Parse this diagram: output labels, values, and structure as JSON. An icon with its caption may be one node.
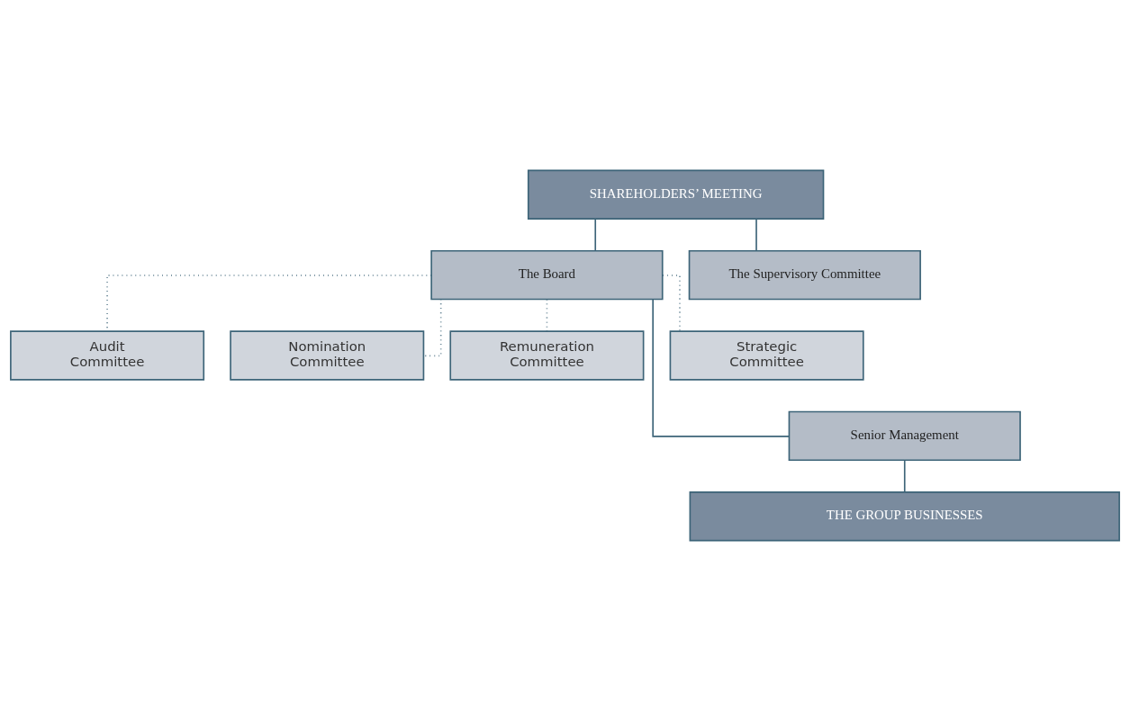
{
  "diagram": {
    "nodes": [
      {
        "text": [
          "SHAREHOLDERS’ MEETING"
        ]
      },
      {
        "text": [
          "The Board"
        ]
      },
      {
        "text": [
          "The Supervisory Committee"
        ]
      },
      {
        "text": [
          "Audit Committee"
        ]
      },
      {
        "text": [
          "Nomination Committee"
        ]
      },
      {
        "text": [
          "Remuneration Committee"
        ]
      },
      {
        "text": [
          "Strategic Committee"
        ]
      },
      {
        "text": [
          "Senior Management"
        ]
      },
      {
        "text": [
          "THE GROUP BUSINESSES"
        ]
      }
    ],
    "edges": [
      {
        "from": 0,
        "to": 1,
        "arrow": "none"
      },
      {
        "from": 0,
        "to": 2,
        "arrow": "none"
      },
      {
        "from": 1,
        "to": 3,
        "arrow": "none",
        "style": "dashed"
      },
      {
        "from": 1,
        "to": 4,
        "arrow": "none",
        "style": "dashed"
      },
      {
        "from": 1,
        "to": 5,
        "arrow": "none",
        "style": "dashed"
      },
      {
        "from": 1,
        "to": 6,
        "arrow": "none",
        "style": "dashed"
      },
      {
        "from": 1,
        "to": 7,
        "arrow": "none"
      },
      {
        "from": 7,
        "to": 8,
        "arrow": "none"
      }
    ]
  }
}
